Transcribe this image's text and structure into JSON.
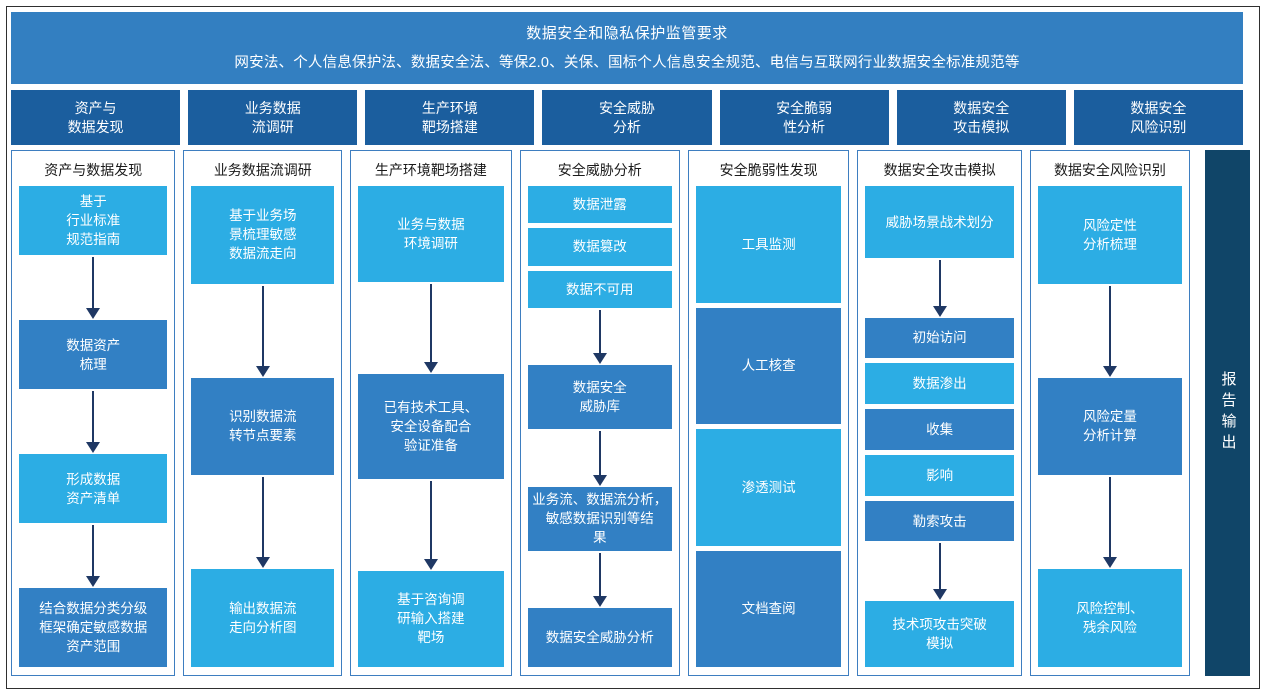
{
  "banner": {
    "title": "数据安全和隐私保护监管要求",
    "subtitle": "网安法、个人信息保护法、数据安全法、等保2.0、关保、国标个人信息安全规范、电信与互联网行业数据安全标准规范等"
  },
  "column_headers": [
    "资产与\n数据发现",
    "业务数据\n流调研",
    "生产环境\n靶场搭建",
    "安全威胁\n分析",
    "安全脆弱\n性分析",
    "数据安全\n攻击模拟",
    "数据安全\n风险识别"
  ],
  "column_headers_lines": [
    [
      "资产与",
      "数据发现"
    ],
    [
      "业务数据",
      "流调研"
    ],
    [
      "生产环境",
      "靶场搭建"
    ],
    [
      "安全威胁",
      "分析"
    ],
    [
      "安全脆弱",
      "性分析"
    ],
    [
      "数据安全",
      "攻击模拟"
    ],
    [
      "数据安全",
      "风险识别"
    ]
  ],
  "lanes": [
    {
      "title": "资产与数据发现",
      "nodes": [
        {
          "label": "基于\n行业标准\n规范指南",
          "tone": "light"
        },
        {
          "label": "数据资产\n梳理",
          "tone": "medium"
        },
        {
          "label": "形成数据\n资产清单",
          "tone": "light"
        },
        {
          "label": "结合数据分类分级\n框架确定敏感数据\n资产范围",
          "tone": "medium"
        }
      ]
    },
    {
      "title": "业务数据流调研",
      "nodes": [
        {
          "label": "基于业务场\n景梳理敏感\n数据流走向",
          "tone": "light"
        },
        {
          "label": "识别数据流\n转节点要素",
          "tone": "medium"
        },
        {
          "label": "输出数据流\n走向分析图",
          "tone": "light"
        }
      ]
    },
    {
      "title": "生产环境靶场搭建",
      "nodes": [
        {
          "label": "业务与数据\n环境调研",
          "tone": "light"
        },
        {
          "label": "已有技术工具、\n安全设备配合\n验证准备",
          "tone": "medium"
        },
        {
          "label": "基于咨询调\n研输入搭建\n靶场",
          "tone": "light"
        }
      ]
    },
    {
      "title": "安全威胁分析",
      "nodes": [
        {
          "label": "数据泄露",
          "tone": "light"
        },
        {
          "label": "数据篡改",
          "tone": "light"
        },
        {
          "label": "数据不可用",
          "tone": "light"
        },
        {
          "label": "数据安全\n威胁库",
          "tone": "medium"
        },
        {
          "label": "业务流、数据流分析，\n敏感数据识别等结\n果",
          "tone": "medium"
        },
        {
          "label": "数据安全威胁分析",
          "tone": "medium"
        }
      ]
    },
    {
      "title": "安全脆弱性发现",
      "nodes": [
        {
          "label": "工具监测",
          "tone": "light"
        },
        {
          "label": "人工核查",
          "tone": "medium"
        },
        {
          "label": "渗透测试",
          "tone": "light"
        },
        {
          "label": "文档查阅",
          "tone": "medium"
        }
      ]
    },
    {
      "title": "数据安全攻击模拟",
      "nodes": [
        {
          "label": "威胁场景战术划分",
          "tone": "light"
        },
        {
          "label": "初始访问",
          "tone": "medium"
        },
        {
          "label": "数据渗出",
          "tone": "light"
        },
        {
          "label": "收集",
          "tone": "medium"
        },
        {
          "label": "影响",
          "tone": "light"
        },
        {
          "label": "勒索攻击",
          "tone": "medium"
        },
        {
          "label": "技术项攻击突破\n模拟",
          "tone": "light"
        }
      ]
    },
    {
      "title": "数据安全风险识别",
      "nodes": [
        {
          "label": "风险定性\n分析梳理",
          "tone": "light"
        },
        {
          "label": "风险定量\n分析计算",
          "tone": "medium"
        },
        {
          "label": "风险控制、\n残余风险",
          "tone": "light"
        }
      ]
    }
  ],
  "report_panel": {
    "label": "报告输出"
  },
  "colors": {
    "banner": "#337FC1",
    "column_header": "#1B5E9E",
    "node_light": "#2CADE4",
    "node_medium": "#3280C4",
    "report_panel": "#104568",
    "arrow": "#1F3864",
    "lane_border": "#3E7EC0",
    "outer_border": "#2F2F2F"
  }
}
